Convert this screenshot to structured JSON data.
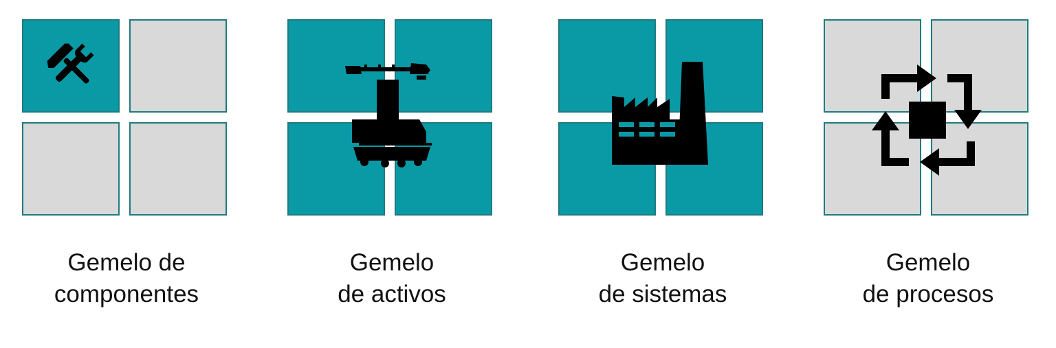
{
  "colors": {
    "teal": "#0a9aa6",
    "gray": "#d9d9d9",
    "border": "#1f7a80",
    "icon": "#000000"
  },
  "twins": [
    {
      "id": "componentes",
      "icon": "wrench-hammer-icon",
      "cells": [
        "teal",
        "gray",
        "gray",
        "gray"
      ],
      "line1": "Gemelo de",
      "line2": "componentes"
    },
    {
      "id": "activos",
      "icon": "mining-shovel-icon",
      "cells": [
        "teal",
        "teal",
        "teal",
        "teal"
      ],
      "line1": "Gemelo",
      "line2": "de activos"
    },
    {
      "id": "sistemas",
      "icon": "factory-icon",
      "cells": [
        "teal",
        "teal",
        "teal",
        "teal"
      ],
      "line1": "Gemelo",
      "line2": "de sistemas"
    },
    {
      "id": "procesos",
      "icon": "process-cycle-icon",
      "cells": [
        "gray",
        "gray",
        "gray",
        "gray"
      ],
      "line1": "Gemelo",
      "line2": "de procesos"
    }
  ]
}
